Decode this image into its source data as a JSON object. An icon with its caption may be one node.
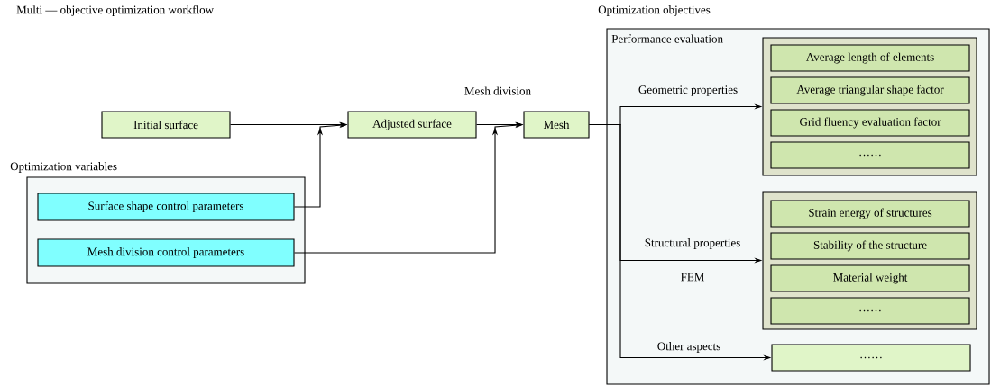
{
  "diagram": {
    "title": "Multi — objective optimization workflow",
    "nodes": [
      {
        "text": [
          "Initial surface"
        ]
      },
      {
        "text": [
          "Adjusted surface"
        ]
      },
      {
        "text": [
          "Mesh"
        ]
      },
      {
        "text": [
          "Optimization variables"
        ]
      },
      {
        "text": [
          "Surface shape control parameters"
        ],
        "in": 3
      },
      {
        "text": [
          "Mesh division control parameters"
        ],
        "in": 3
      },
      {
        "text": [
          "Optimization objectives",
          "Performance evaluation"
        ]
      },
      {
        "text": [],
        "shape": "box",
        "in": 6
      },
      {
        "text": [
          "Average length of elements"
        ],
        "in": 7
      },
      {
        "text": [
          "Average triangular shape factor"
        ],
        "in": 7
      },
      {
        "text": [
          "Grid fluency evaluation factor"
        ],
        "in": 7
      },
      {
        "text": [
          "……"
        ],
        "in": 7
      },
      {
        "text": [],
        "shape": "box",
        "in": 6
      },
      {
        "text": [
          "Strain energy of structures"
        ],
        "in": 12
      },
      {
        "text": [
          "Stability of the structure"
        ],
        "in": 12
      },
      {
        "text": [
          "Material weight"
        ],
        "in": 12
      },
      {
        "text": [
          "……"
        ],
        "in": 12
      },
      {
        "text": [
          "……"
        ],
        "in": 6
      }
    ],
    "edges": [
      {
        "from": 0,
        "to": 1,
        "arrow": "to"
      },
      {
        "from": 4,
        "to": 1,
        "arrow": "to"
      },
      {
        "from": 1,
        "to": 2,
        "arrow": "to",
        "label": "Mesh division"
      },
      {
        "from": 5,
        "to": 2,
        "arrow": "to"
      },
      {
        "from": 2,
        "to": 7,
        "arrow": "to",
        "label": "Geometric properties"
      },
      {
        "from": 2,
        "to": 12,
        "arrow": "to",
        "label": "Structural properties"
      },
      {
        "from": 2,
        "to": 17,
        "arrow": "to",
        "label": "Other aspects"
      }
    ],
    "labels": [
      "FEM"
    ]
  }
}
